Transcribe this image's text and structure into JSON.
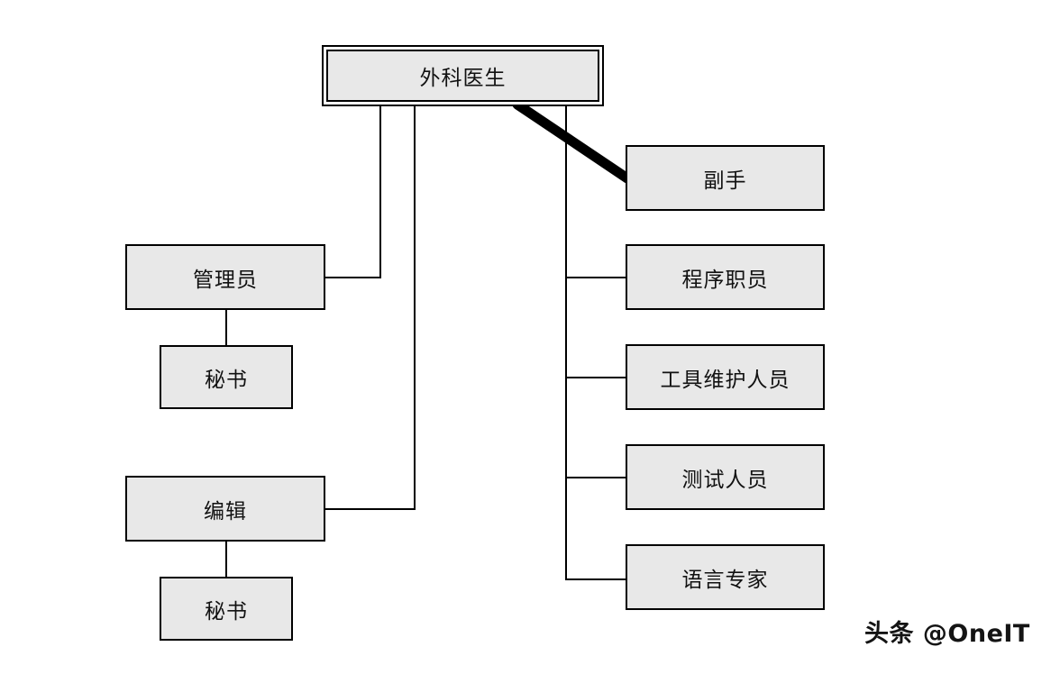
{
  "diagram": {
    "type": "org-chart",
    "title_node": {
      "label": "外科医生",
      "role": "chief-surgeon"
    },
    "left_branch": [
      {
        "label": "管理员",
        "child": {
          "label": "秘书"
        }
      },
      {
        "label": "编辑",
        "child": {
          "label": "秘书"
        }
      }
    ],
    "right_branch": [
      {
        "label": "副手",
        "connector": "thick-diagonal"
      },
      {
        "label": "程序职员",
        "connector": "elbow"
      },
      {
        "label": "工具维护人员",
        "connector": "elbow"
      },
      {
        "label": "测试人员",
        "connector": "elbow"
      },
      {
        "label": "语言专家",
        "connector": "elbow"
      }
    ],
    "colors": {
      "node_fill": "#e8e8e8",
      "node_border": "#000000",
      "link": "#000000",
      "background": "#ffffff"
    }
  },
  "watermark": {
    "text": "头条 @OneIT"
  }
}
